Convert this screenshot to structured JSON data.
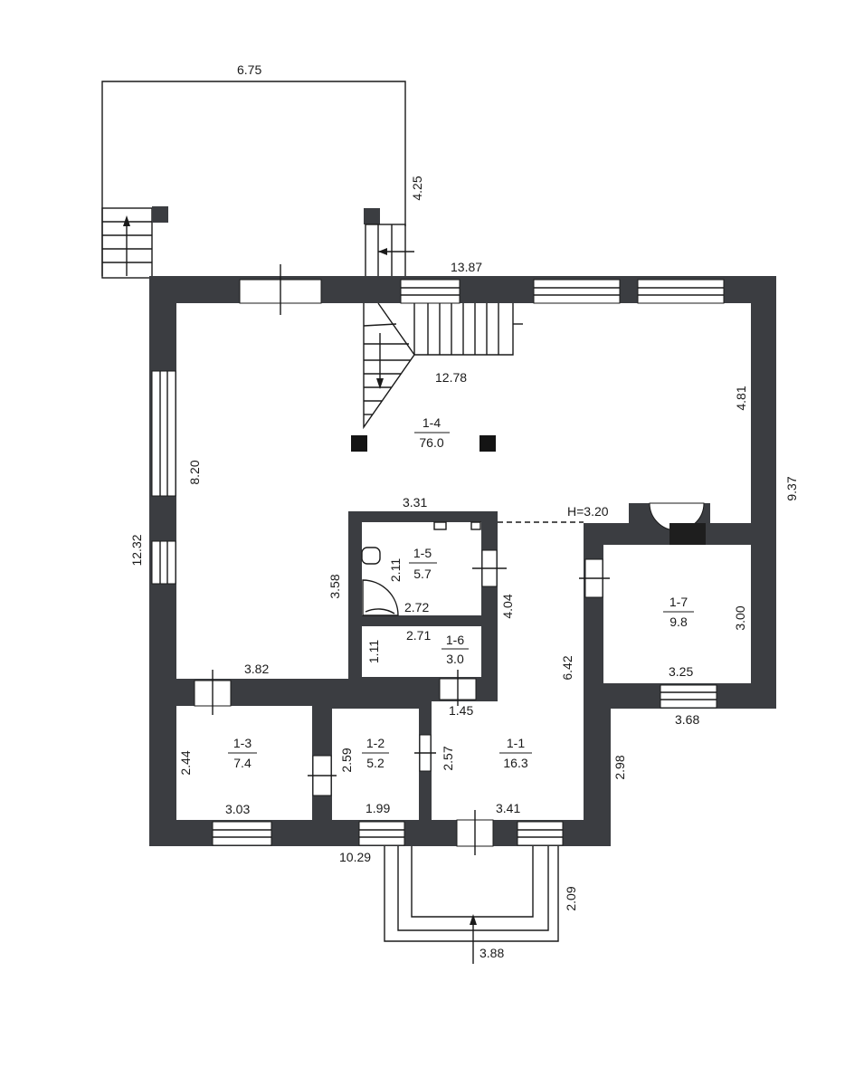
{
  "dimensions": {
    "terrace_width": "6.75",
    "terrace_depth": "4.25",
    "top_wall": "13.87",
    "hall_inner_width": "12.78",
    "right_upper": "4.81",
    "right_total": "9.37",
    "left_total": "12.32",
    "left_inner": "8.20",
    "bath_top": "3.31",
    "bath_left": "3.58",
    "bath_inner_h": "2.11",
    "bath_inner_w": "2.72",
    "bath_right": "4.04",
    "storage_w": "2.71",
    "storage_h": "1.11",
    "hall_corridor": "6.42",
    "ceiling_height": "H=3.20",
    "room7_h": "3.00",
    "room7_w": "3.25",
    "room7_outer_w": "3.68",
    "hall_left_bottom": "3.82",
    "room3_h": "2.44",
    "room3_w": "3.03",
    "room2_h": "2.59",
    "room2_w": "1.99",
    "door_w": "1.45",
    "room1_h": "2.57",
    "room1_w": "3.41",
    "right_lower": "2.98",
    "bottom_total": "10.29",
    "porch_depth": "2.09",
    "porch_width": "3.88"
  },
  "rooms": [
    {
      "id": "1-4",
      "area": "76.0"
    },
    {
      "id": "1-5",
      "area": "5.7"
    },
    {
      "id": "1-6",
      "area": "3.0"
    },
    {
      "id": "1-7",
      "area": "9.8"
    },
    {
      "id": "1-3",
      "area": "7.4"
    },
    {
      "id": "1-2",
      "area": "5.2"
    },
    {
      "id": "1-1",
      "area": "16.3"
    }
  ]
}
